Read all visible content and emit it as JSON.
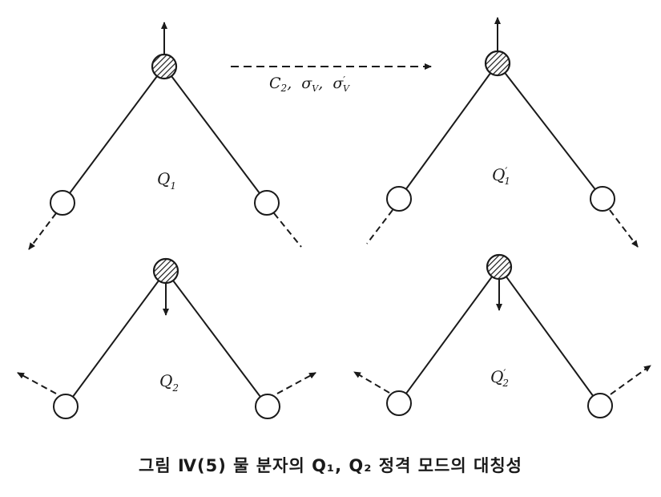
{
  "operation": {
    "symmetry_op_c2": "C",
    "c2_sub": "2",
    "sep1": ",",
    "sigma_v": "σ",
    "sigma_v_sub": "V",
    "sep2": ",",
    "sigma_v_prime": "σ",
    "sigma_v_prime_mark": "′",
    "sigma_v_prime_sub": "V"
  },
  "modes": {
    "q1": {
      "letter": "Q",
      "prime": "",
      "sub": "1"
    },
    "q1_prime": {
      "letter": "Q",
      "prime": "′",
      "sub": "1"
    },
    "q2": {
      "letter": "Q",
      "prime": "",
      "sub": "2"
    },
    "q2_prime": {
      "letter": "Q",
      "prime": "′",
      "sub": "2"
    }
  },
  "caption": "그림 Ⅳ(5)  물 분자의 Q₁, Q₂ 정격 모드의 대칭성"
}
